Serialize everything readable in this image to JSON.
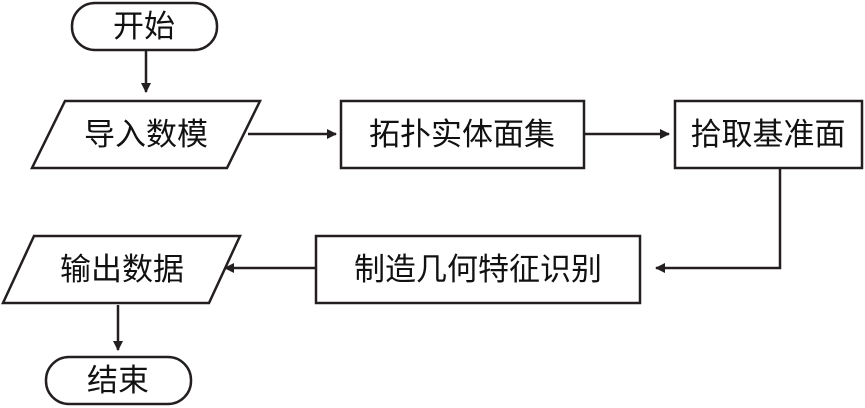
{
  "diagram": {
    "type": "flowchart",
    "colors": {
      "stroke": "#231f20",
      "fill": "#ffffff",
      "text": "#111111"
    },
    "nodes": [
      {
        "id": "start",
        "shape": "terminal",
        "label": "开始"
      },
      {
        "id": "import",
        "shape": "io",
        "label": "导入数模"
      },
      {
        "id": "topology",
        "shape": "process",
        "label": "拓扑实体面集"
      },
      {
        "id": "datum",
        "shape": "process",
        "label": "拾取基准面"
      },
      {
        "id": "recognize",
        "shape": "process",
        "label": "制造几何特征识别"
      },
      {
        "id": "output",
        "shape": "io",
        "label": "输出数据"
      },
      {
        "id": "end",
        "shape": "terminal",
        "label": "结束"
      }
    ],
    "edges": [
      {
        "from": "start",
        "to": "import"
      },
      {
        "from": "import",
        "to": "topology"
      },
      {
        "from": "topology",
        "to": "datum"
      },
      {
        "from": "datum",
        "to": "recognize"
      },
      {
        "from": "recognize",
        "to": "output"
      },
      {
        "from": "output",
        "to": "end"
      }
    ]
  }
}
